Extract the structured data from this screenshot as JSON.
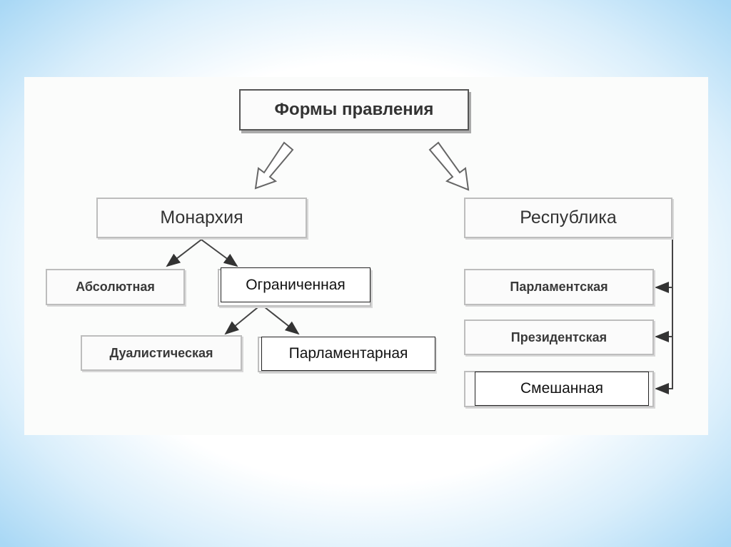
{
  "title": "Формы правления",
  "monarchy": {
    "label": "Монархия",
    "absolute": "Абсолютная",
    "limited": "Ограниченная",
    "dualistic": "Дуалистическая",
    "parliamentary": "Парламентарная"
  },
  "republic": {
    "label": "Республика",
    "parliamentary": "Парламентская",
    "presidential": "Президентская",
    "mixed": "Смешанная"
  }
}
